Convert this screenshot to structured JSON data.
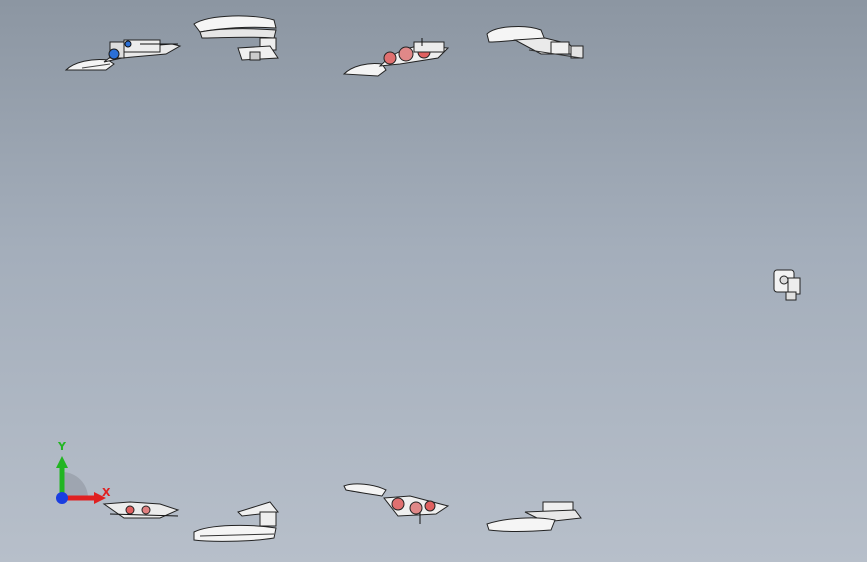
{
  "window": {
    "title": ""
  },
  "viewport": {
    "background_top": "#8c96a2",
    "background_bottom": "#b7bfca",
    "parts": [
      {
        "name": "suspension-arm-assembly-blue",
        "accent": "#2a6fd6"
      },
      {
        "name": "control-arm-part",
        "accent": "#ffffff"
      },
      {
        "name": "suspension-arm-assembly-red",
        "accent": "#e04a4a"
      },
      {
        "name": "control-arm-part-2",
        "accent": "#ffffff"
      },
      {
        "name": "knuckle-part",
        "accent": "#ffffff"
      },
      {
        "name": "suspension-arm-assembly-mirror",
        "accent": "#e04a4a"
      },
      {
        "name": "control-arm-part-mirror",
        "accent": "#ffffff"
      },
      {
        "name": "suspension-arm-assembly-red-mirror",
        "accent": "#e04a4a"
      },
      {
        "name": "control-arm-part-2-mirror",
        "accent": "#ffffff"
      }
    ]
  },
  "triad": {
    "x_label": "X",
    "y_label": "Y",
    "x_color": "#e02020",
    "y_color": "#22b522",
    "z_color": "#1a3ee0"
  }
}
